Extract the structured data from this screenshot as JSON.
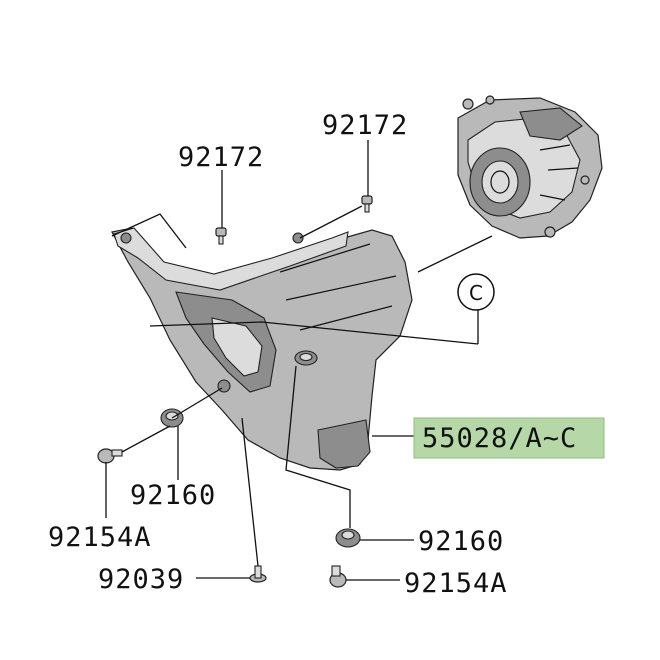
{
  "callout": {
    "letter": "C"
  },
  "highlight_color": "#b6d7a8",
  "parts": [
    {
      "key": "bolt_92172_left",
      "number": "92172"
    },
    {
      "key": "bolt_92172_top",
      "number": "92172"
    },
    {
      "key": "cover_55028",
      "number": "55028/A~C"
    },
    {
      "key": "grommet_92160_left",
      "number": "92160"
    },
    {
      "key": "bolt_92154A_left",
      "number": "92154A"
    },
    {
      "key": "screw_92039",
      "number": "92039"
    },
    {
      "key": "grommet_92160_right",
      "number": "92160"
    },
    {
      "key": "bolt_92154A_right",
      "number": "92154A"
    }
  ]
}
